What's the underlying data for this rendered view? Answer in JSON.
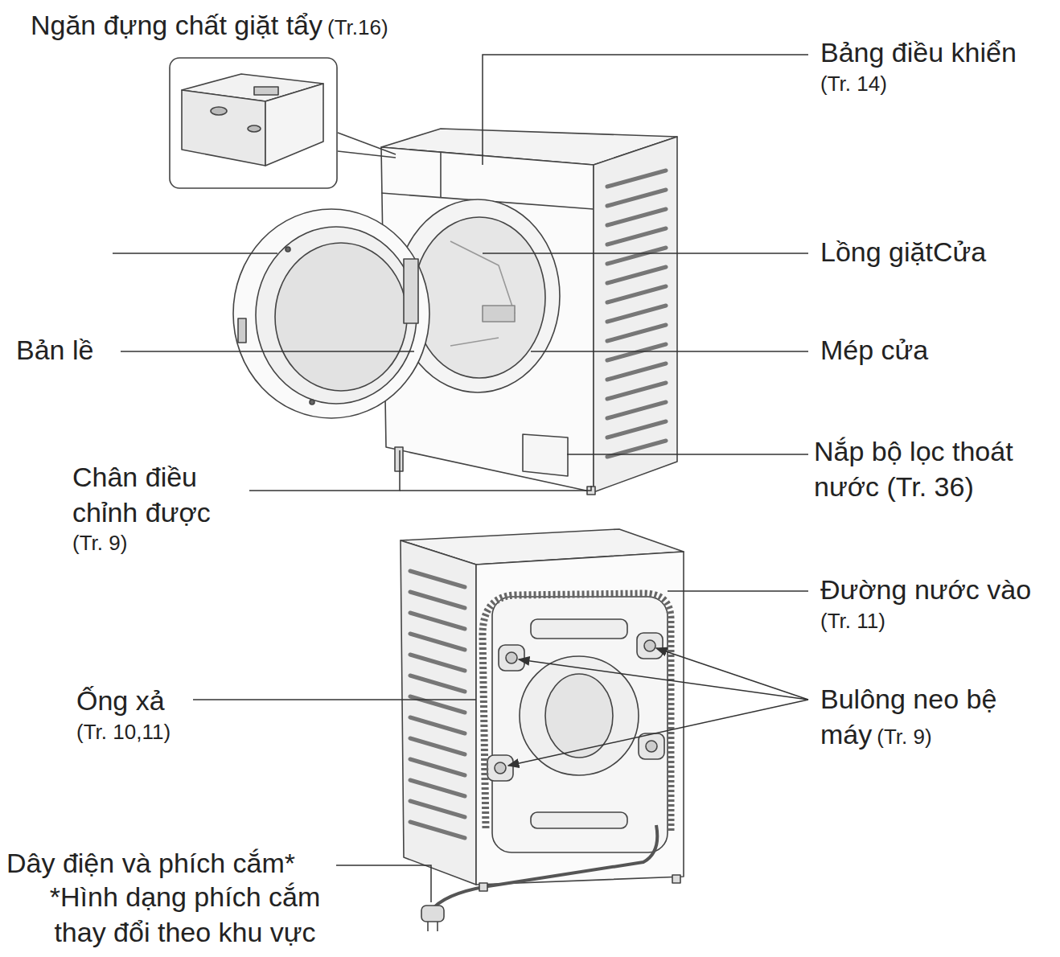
{
  "diagram": {
    "labels": [
      "Ngăn đựng chất giặt tẩy",
      "(Tr.16)",
      "Bảng điều khiển",
      "(Tr. 14)",
      "Lồng giặtCửa",
      "Bản lề",
      "Mép cửa",
      "Nắp bộ lọc thoát nước (Tr. 36)",
      "Chân điều chỉnh được",
      "(Tr. 9)",
      "Đường nước vào",
      "(Tr. 11)",
      "Ống xả",
      "(Tr. 10,11)",
      "Bulông neo bệ máy",
      "(Tr. 9)",
      "Dây điện và phích cắm*",
      "*Hình dạng phích cắm thay đổi theo khu vực"
    ]
  }
}
